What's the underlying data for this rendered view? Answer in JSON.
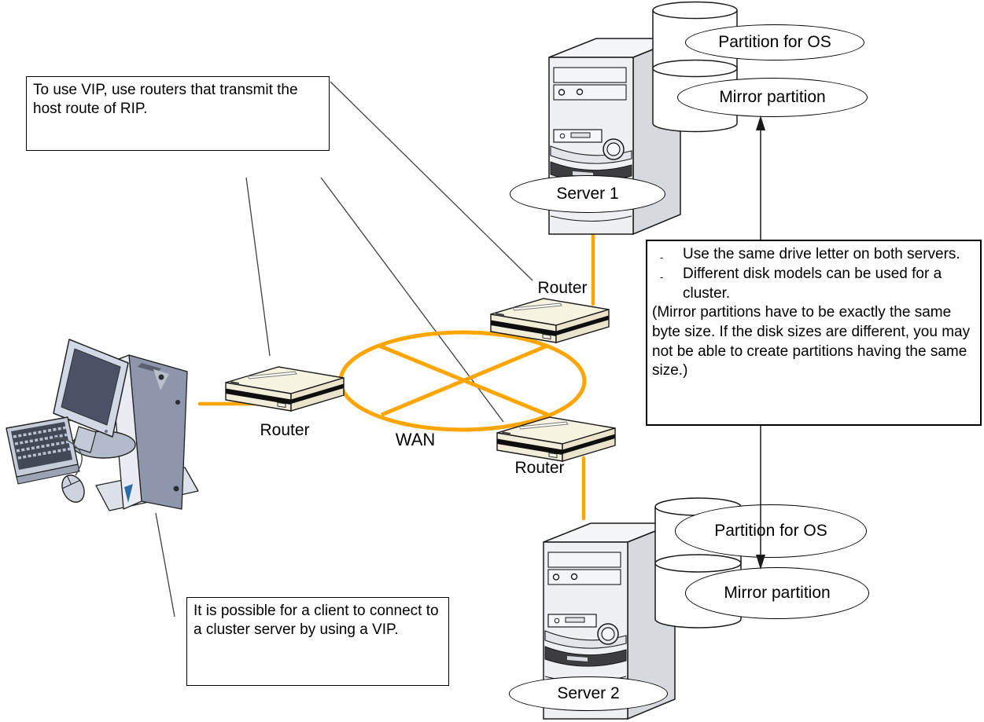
{
  "notes": {
    "vip_routers": "To use VIP, use routers that transmit the host route of RIP.",
    "client_vip": "It is possible for a client to connect to a cluster server by using a VIP.",
    "mirror": {
      "marker": "-",
      "bullets": [
        "Use the same drive letter on both servers.",
        "Different disk models can be used for a cluster."
      ],
      "paren": "(Mirror partitions have to be exactly the same byte size. If the disk sizes are different, you may not be able to create partitions having the same size.)"
    }
  },
  "labels": {
    "wan": "WAN",
    "router_left": "Router",
    "router_top": "Router",
    "router_bottom": "Router",
    "server1": "Server 1",
    "server2": "Server 2",
    "partition_os_top": "Partition for OS",
    "mirror_partition_top": "Mirror partition",
    "partition_os_bottom": "Partition for OS",
    "mirror_partition_bottom": "Mirror partition"
  },
  "colors": {
    "connector_orange": "#FFA500",
    "leader_line": "#404040",
    "router_body": "#F2EDD8",
    "tower_front": "#EEF0F4",
    "monitor_screen": "#4C5166",
    "blue_accent": "#2D6DA6"
  }
}
